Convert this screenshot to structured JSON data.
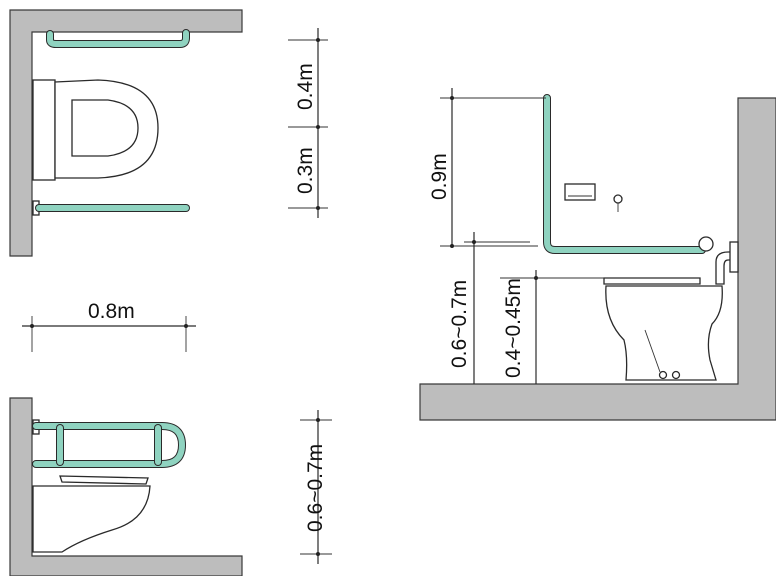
{
  "labels": {
    "top_upper_spacing": "0.4m",
    "top_lower_spacing": "0.3m",
    "width": "0.8m",
    "bottom_spacing": "0.6~0.7m",
    "rail_height": "0.9m",
    "bar_height": "0.6~0.7m",
    "seat_height": "0.4~0.45m"
  },
  "colors": {
    "grab_bar": "#8fd3c0",
    "wall": "#bdbdbd",
    "outline": "#2a2a2a"
  }
}
